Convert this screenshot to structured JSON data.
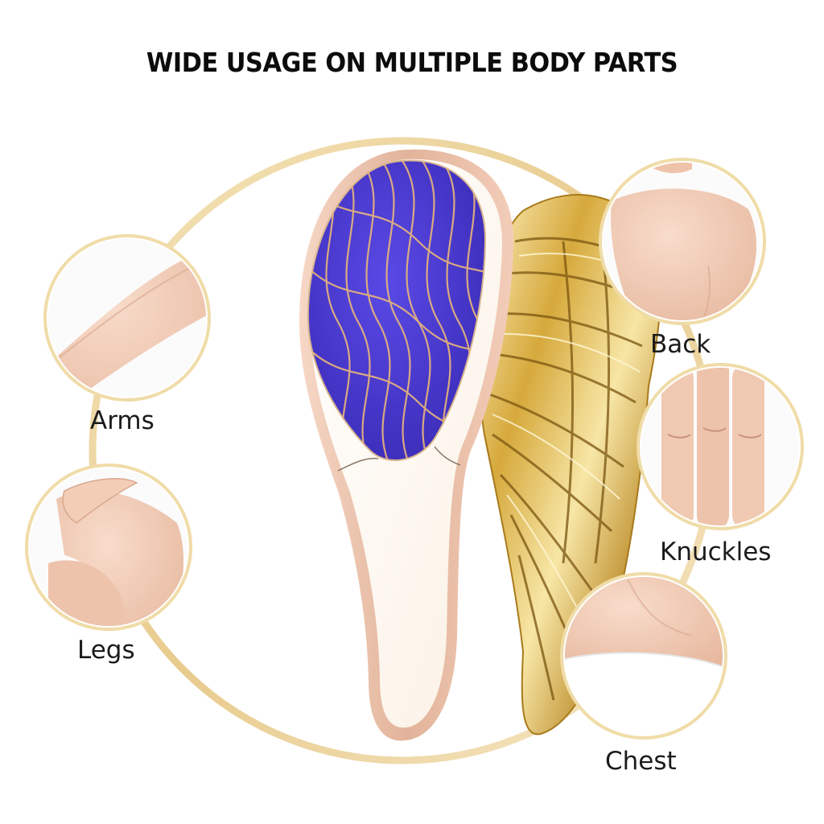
{
  "headline": "WIDE USAGE ON MULTIPLE BODY PARTS",
  "body_parts": [
    {
      "id": "arms",
      "label": "Arms"
    },
    {
      "id": "legs",
      "label": "Legs"
    },
    {
      "id": "back",
      "label": "Back"
    },
    {
      "id": "knuckles",
      "label": "Knuckles"
    },
    {
      "id": "chest",
      "label": "Chest"
    }
  ],
  "colors": {
    "ring_gold": "#e9cf8f",
    "pad_blue": "#4f3fd1",
    "rose_gold": "#e8c4ad",
    "wing_gold": "#d9b24c",
    "skin": "#efc9b3"
  },
  "icons": {
    "tool": "crystal-hair-eraser-icon",
    "wing": "gold-wing-handle-icon"
  }
}
